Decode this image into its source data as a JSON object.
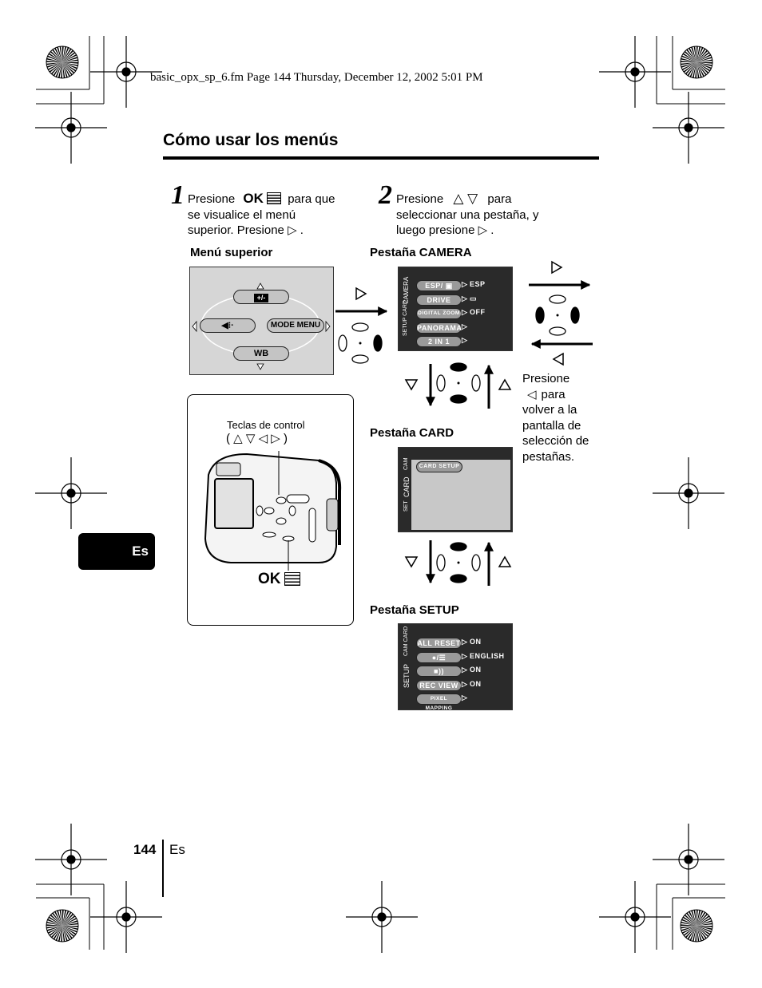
{
  "header": {
    "text": "basic_opx_sp_6.fm  Page 144  Thursday, December 12, 2002  5:01 PM"
  },
  "title": "Cómo usar los menús",
  "step1": {
    "number": "1",
    "line1_a": "Presione",
    "line1_b": "para que",
    "line2": "se visualice el menú",
    "line3": "superior. Presione",
    "ok_label": "OK"
  },
  "step2": {
    "number": "2",
    "line1_a": "Presione",
    "line1_b": "para",
    "line2": "seleccionar una pestaña, y",
    "line3": "luego presione"
  },
  "captions": {
    "top_menu": "Menú superior",
    "camera_tab": "Pestaña CAMERA",
    "card_tab": "Pestaña CARD",
    "setup_tab": "Pestaña SETUP"
  },
  "top_menu": {
    "wb": "WB",
    "mode_menu": "MODE  MENU"
  },
  "camera_screen": {
    "side": "CAMERA",
    "side2": "SETUP CARD",
    "items": [
      {
        "label": "ESP/ ▣",
        "value": "ESP"
      },
      {
        "label": "DRIVE",
        "value": "▭"
      },
      {
        "label": "DIGITAL ZOOM",
        "value": "OFF"
      },
      {
        "label": "PANORAMA",
        "value": ""
      },
      {
        "label": "2  IN  1",
        "value": ""
      }
    ]
  },
  "card_screen": {
    "side_top": "CAM",
    "side_mid": "CARD",
    "side_bot": "SET",
    "item": "CARD SETUP"
  },
  "setup_screen": {
    "side_top": "CAM CARD",
    "side_mid": "SETUP",
    "items": [
      {
        "label": "ALL  RESET",
        "value": "ON"
      },
      {
        "label": "●/☰",
        "value": "ENGLISH"
      },
      {
        "label": "■))",
        "value": "ON"
      },
      {
        "label": "REC  VIEW",
        "value": "ON"
      },
      {
        "label": "PIXEL  MAPPING",
        "value": ""
      }
    ]
  },
  "camera_box": {
    "label": "Teclas de control",
    "keys": "( △ ▽ ◁ ▷ )",
    "ok": "OK"
  },
  "return_note": [
    "Presione",
    "para",
    "volver a la",
    "pantalla de",
    "selección de",
    "pestañas."
  ],
  "lang_tab": "Es",
  "footer": {
    "page": "144",
    "lang": "Es"
  }
}
